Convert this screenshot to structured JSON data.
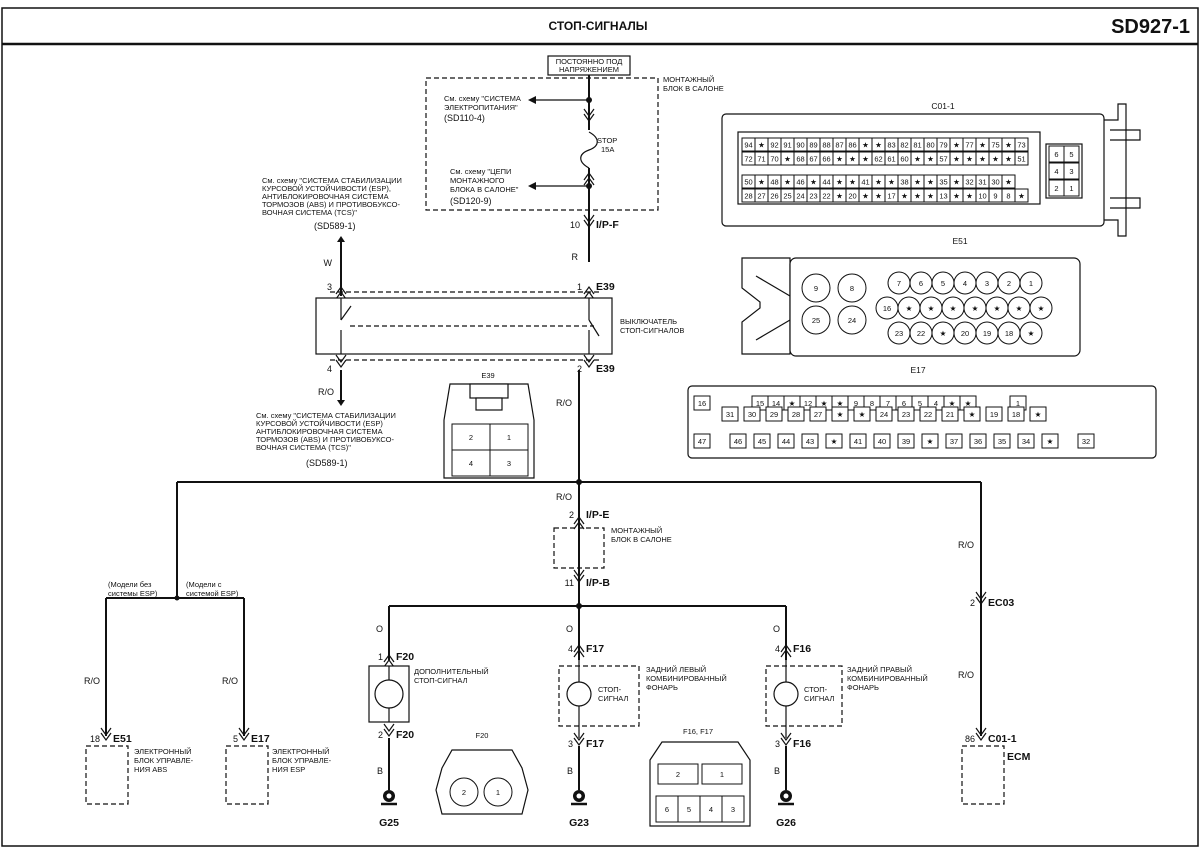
{
  "header": {
    "title": "СТОП-СИГНАЛЫ",
    "code": "SD927-1"
  },
  "fuse_block": {
    "power_label": [
      "ПОСТОЯННО ПОД",
      "НАПРЯЖЕНИЕМ"
    ],
    "label": [
      "МОНТАЖНЫЙ",
      "БЛОК В САЛОНЕ"
    ],
    "ref1": [
      "См. схему \"СИСТЕМА",
      "ЭЛЕКТРОПИТАНИЯ\""
    ],
    "ref1_code": "(SD110-4)",
    "ref2": [
      "См. схему \"ЦЕПИ",
      "МОНТАЖНОГО",
      "БЛОКА В САЛОНЕ\""
    ],
    "ref2_code": "(SD120-9)",
    "fuse_name": "STOP",
    "fuse_rating": "15A",
    "pin": "10",
    "connector": "I/P-F"
  },
  "esp_ref_top": {
    "text": [
      "См. схему \"СИСТЕМА СТАБИЛИЗАЦИИ",
      "КУРСОВОЙ УСТОЙЧИВОСТИ (ESP),",
      "АНТИБЛОКИРОВОЧНАЯ СИСТЕМА",
      "ТОРМОЗОВ (ABS) И ПРОТИВОБУКСО-",
      "ВОЧНАЯ СИСТЕМА (TCS)\""
    ],
    "code": "(SD589-1)"
  },
  "esp_ref_bottom": {
    "text": [
      "См. схему \"СИСТЕМА СТАБИЛИЗАЦИИ",
      "КУРСОВОЙ УСТОЙЧИВОСТИ (ESP)",
      "АНТИБЛОКИРОВОЧНАЯ СИСТЕМА",
      "ТОРМОЗОВ (ABS) И ПРОТИВОБУКСО-",
      "ВОЧНАЯ СИСТЕМА (TCS)\""
    ],
    "code": "(SD589-1)"
  },
  "switch": {
    "label": [
      "ВЫКЛЮЧАТЕЛЬ",
      "СТОП-СИГНАЛОВ"
    ],
    "connector": "E39",
    "pins": {
      "p1": "1",
      "p2": "2",
      "p3": "3",
      "p4": "4"
    }
  },
  "wires": {
    "w": "W",
    "r": "R",
    "ro": "R/O",
    "o": "O",
    "b": "B"
  },
  "junction_block": {
    "label": [
      "МОНТАЖНЫЙ",
      "БЛОК В САЛОНЕ"
    ],
    "pin_in": "2",
    "conn_in": "I/P-E",
    "pin_out": "11",
    "conn_out": "I/P-B"
  },
  "branches": {
    "no_esp": [
      "(Модели без",
      "системы ESP)"
    ],
    "with_esp": [
      "(Модели с",
      "системой ESP)"
    ]
  },
  "abs_unit": {
    "pin": "18",
    "connector": "E51",
    "label": [
      "ЭЛЕКТРОННЫЙ",
      "БЛОК УПРАВЛЕ-",
      "НИЯ ABS"
    ]
  },
  "esp_unit": {
    "pin": "5",
    "connector": "E17",
    "label": [
      "ЭЛЕКТРОННЫЙ",
      "БЛОК УПРАВЛЕ-",
      "НИЯ ESP"
    ]
  },
  "lamp_f20": {
    "pin_top": "1",
    "pin_bot": "2",
    "connector": "F20",
    "label": [
      "ДОПОЛНИТЕЛЬНЫЙ",
      "СТОП-СИГНАЛ"
    ],
    "ground": "G25"
  },
  "lamp_f17": {
    "pin_top": "4",
    "pin_bot": "3",
    "connector": "F17",
    "inner": [
      "СТОП-",
      "СИГНАЛ"
    ],
    "label": [
      "ЗАДНИЙ ЛЕВЫЙ",
      "КОМБИНИРОВАННЫЙ",
      "ФОНАРЬ"
    ],
    "ground": "G23"
  },
  "lamp_f16": {
    "pin_top": "4",
    "pin_bot": "3",
    "connector": "F16",
    "inner": [
      "СТОП-",
      "СИГНАЛ"
    ],
    "label": [
      "ЗАДНИЙ ПРАВЫЙ",
      "КОМБИНИРОВАННЫЙ",
      "ФОНАРЬ"
    ],
    "ground": "G26"
  },
  "ecm": {
    "pin_ec": "2",
    "conn_ec": "EC03",
    "pin": "86",
    "connector": "C01-1",
    "label": "ECM"
  },
  "connector_views": {
    "c01_title": "C01-1",
    "c01_row1": [
      "94",
      "★",
      "92",
      "91",
      "90",
      "89",
      "88",
      "87",
      "86",
      "★",
      "★",
      "83",
      "82",
      "81",
      "80",
      "79",
      "★",
      "77",
      "★",
      "75",
      "★",
      "73"
    ],
    "c01_row2": [
      "72",
      "71",
      "70",
      "★",
      "68",
      "67",
      "66",
      "★",
      "★",
      "★",
      "62",
      "61",
      "60",
      "★",
      "★",
      "57",
      "★",
      "★",
      "★",
      "★",
      "★",
      "51"
    ],
    "c01_row3": [
      "50",
      "★",
      "48",
      "★",
      "46",
      "★",
      "44",
      "★",
      "★",
      "41",
      "★",
      "★",
      "38",
      "★",
      "★",
      "35",
      "★",
      "32",
      "31",
      "30",
      "★"
    ],
    "c01_row4": [
      "28",
      "27",
      "26",
      "25",
      "24",
      "23",
      "22",
      "★",
      "20",
      "★",
      "★",
      "17",
      "★",
      "★",
      "★",
      "13",
      "★",
      "★",
      "10",
      "9",
      "8",
      "★"
    ],
    "c01_side": [
      "6",
      "5",
      "4",
      "3",
      "2",
      "1"
    ],
    "e51_title": "E51",
    "e51_big": [
      "9",
      "8",
      "25",
      "24"
    ],
    "e51_row1": [
      "7",
      "6",
      "5",
      "4",
      "3",
      "2",
      "1"
    ],
    "e51_row2": [
      "16",
      "★",
      "★",
      "★",
      "★",
      "★",
      "★",
      "★"
    ],
    "e51_row3": [
      "23",
      "22",
      "★",
      "20",
      "19",
      "18",
      "★"
    ],
    "e17_title": "E17",
    "e17_row1": [
      "16",
      "15",
      "14",
      "★",
      "12",
      "★",
      "★",
      "9",
      "8",
      "7",
      "6",
      "5",
      "4",
      "★",
      "★",
      "1"
    ],
    "e17_row2": [
      "31",
      "30",
      "29",
      "28",
      "27",
      "★",
      "★",
      "24",
      "23",
      "22",
      "21",
      "★",
      "19",
      "18",
      "★"
    ],
    "e17_row3": [
      "47",
      "46",
      "45",
      "44",
      "43",
      "★",
      "41",
      "40",
      "39",
      "★",
      "37",
      "36",
      "35",
      "34",
      "★",
      "32"
    ],
    "e39_title": "E39",
    "e39_pins": [
      "2",
      "1",
      "4",
      "3"
    ],
    "f20_title": "F20",
    "f20_pins": [
      "2",
      "1"
    ],
    "f16_title": "F16, F17",
    "f16_pins": [
      "2",
      "1",
      "6",
      "5",
      "4",
      "3"
    ]
  }
}
